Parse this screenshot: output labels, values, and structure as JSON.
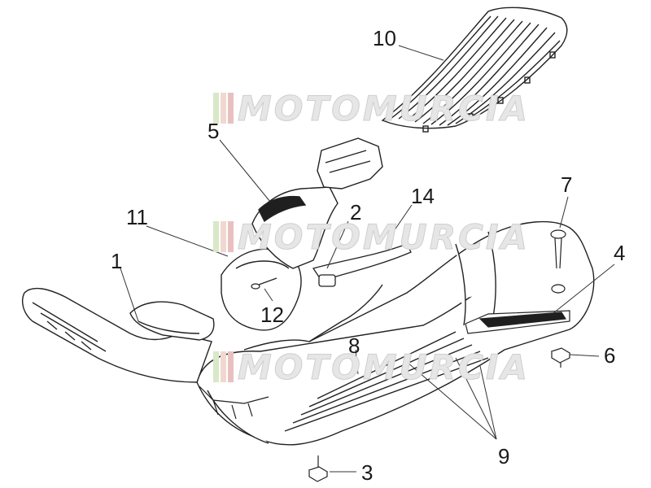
{
  "watermark": {
    "text": "MOTOMURCIA",
    "stripe_colors": [
      "#d8e8c8",
      "#f0d8d0",
      "#e9c0c0"
    ]
  },
  "colors": {
    "line": "#222222",
    "leader": "#333333",
    "watermark": "#e6e6e6"
  },
  "callouts": [
    {
      "id": "1",
      "label": "1"
    },
    {
      "id": "2",
      "label": "2"
    },
    {
      "id": "3",
      "label": "3"
    },
    {
      "id": "4",
      "label": "4"
    },
    {
      "id": "5",
      "label": "5"
    },
    {
      "id": "6",
      "label": "6"
    },
    {
      "id": "7",
      "label": "7"
    },
    {
      "id": "8",
      "label": "8"
    },
    {
      "id": "9",
      "label": "9"
    },
    {
      "id": "10",
      "label": "10"
    },
    {
      "id": "11",
      "label": "11"
    },
    {
      "id": "12",
      "label": "12"
    },
    {
      "id": "14",
      "label": "14"
    }
  ]
}
